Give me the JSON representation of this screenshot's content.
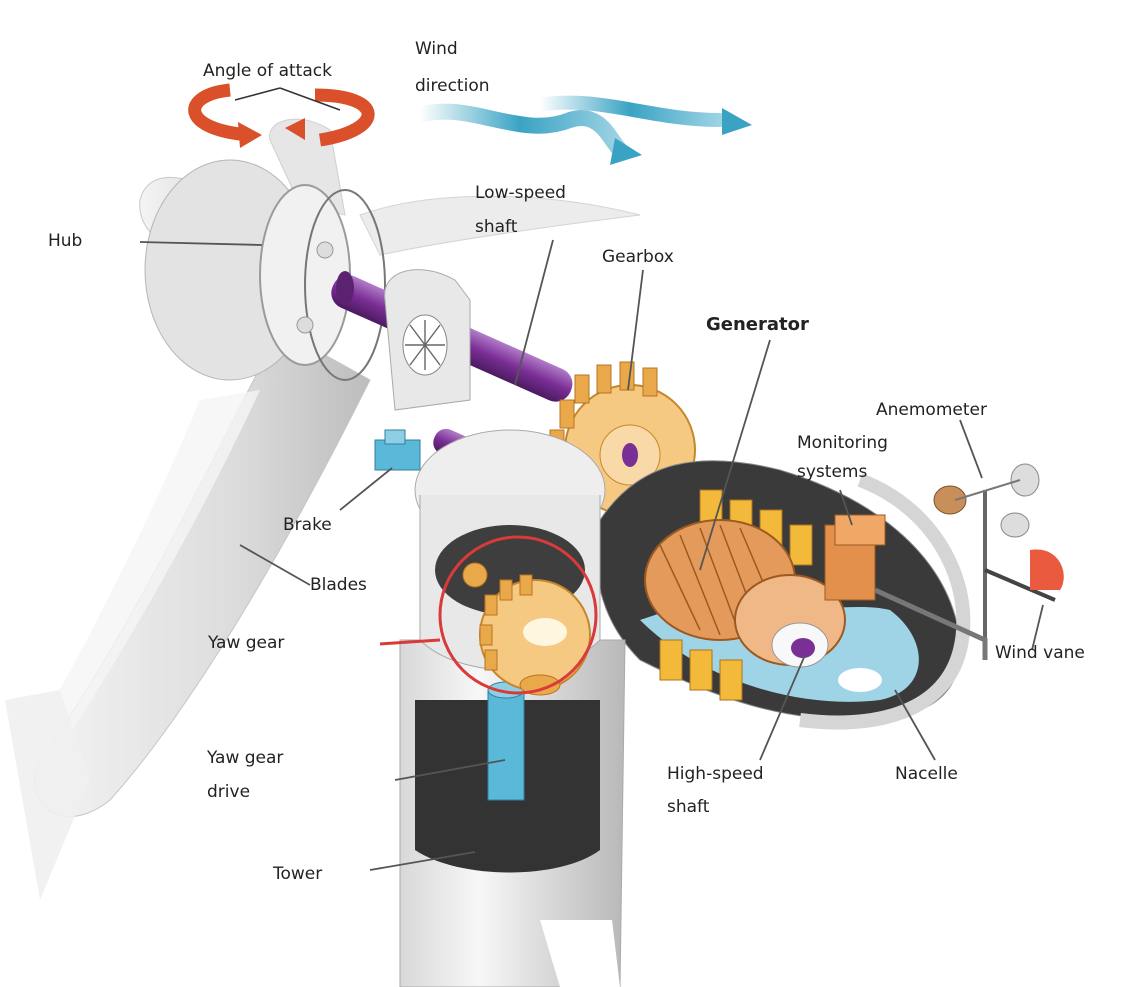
{
  "labels": {
    "angle_of_attack": "Angle of attack",
    "wind_line1": "Wind",
    "wind_line2": "direction",
    "hub": "Hub",
    "low_speed_line1": "Low-speed",
    "low_speed_line2": "shaft",
    "gearbox": "Gearbox",
    "generator": "Generator",
    "anemometer": "Anemometer",
    "monitoring_line1": "Monitoring",
    "monitoring_line2": "systems",
    "brake": "Brake",
    "blades": "Blades",
    "yaw_gear": "Yaw gear",
    "wind_vane": "Wind vane",
    "yaw_drive_line1": "Yaw gear",
    "yaw_drive_line2": "drive",
    "high_speed_line1": "High-speed",
    "high_speed_line2": "shaft",
    "nacelle": "Nacelle",
    "tower": "Tower"
  },
  "colors": {
    "shaft": "#7a2f96",
    "gear": "#e9a94a",
    "generator": "#e39a5a",
    "brake": "#5ab8d8",
    "rotation_arrow": "#d9502b",
    "wind_arrow": "#3aa3c4",
    "highlight_circle": "#d93a3a",
    "nacelle_floor": "#9fd3e6"
  }
}
